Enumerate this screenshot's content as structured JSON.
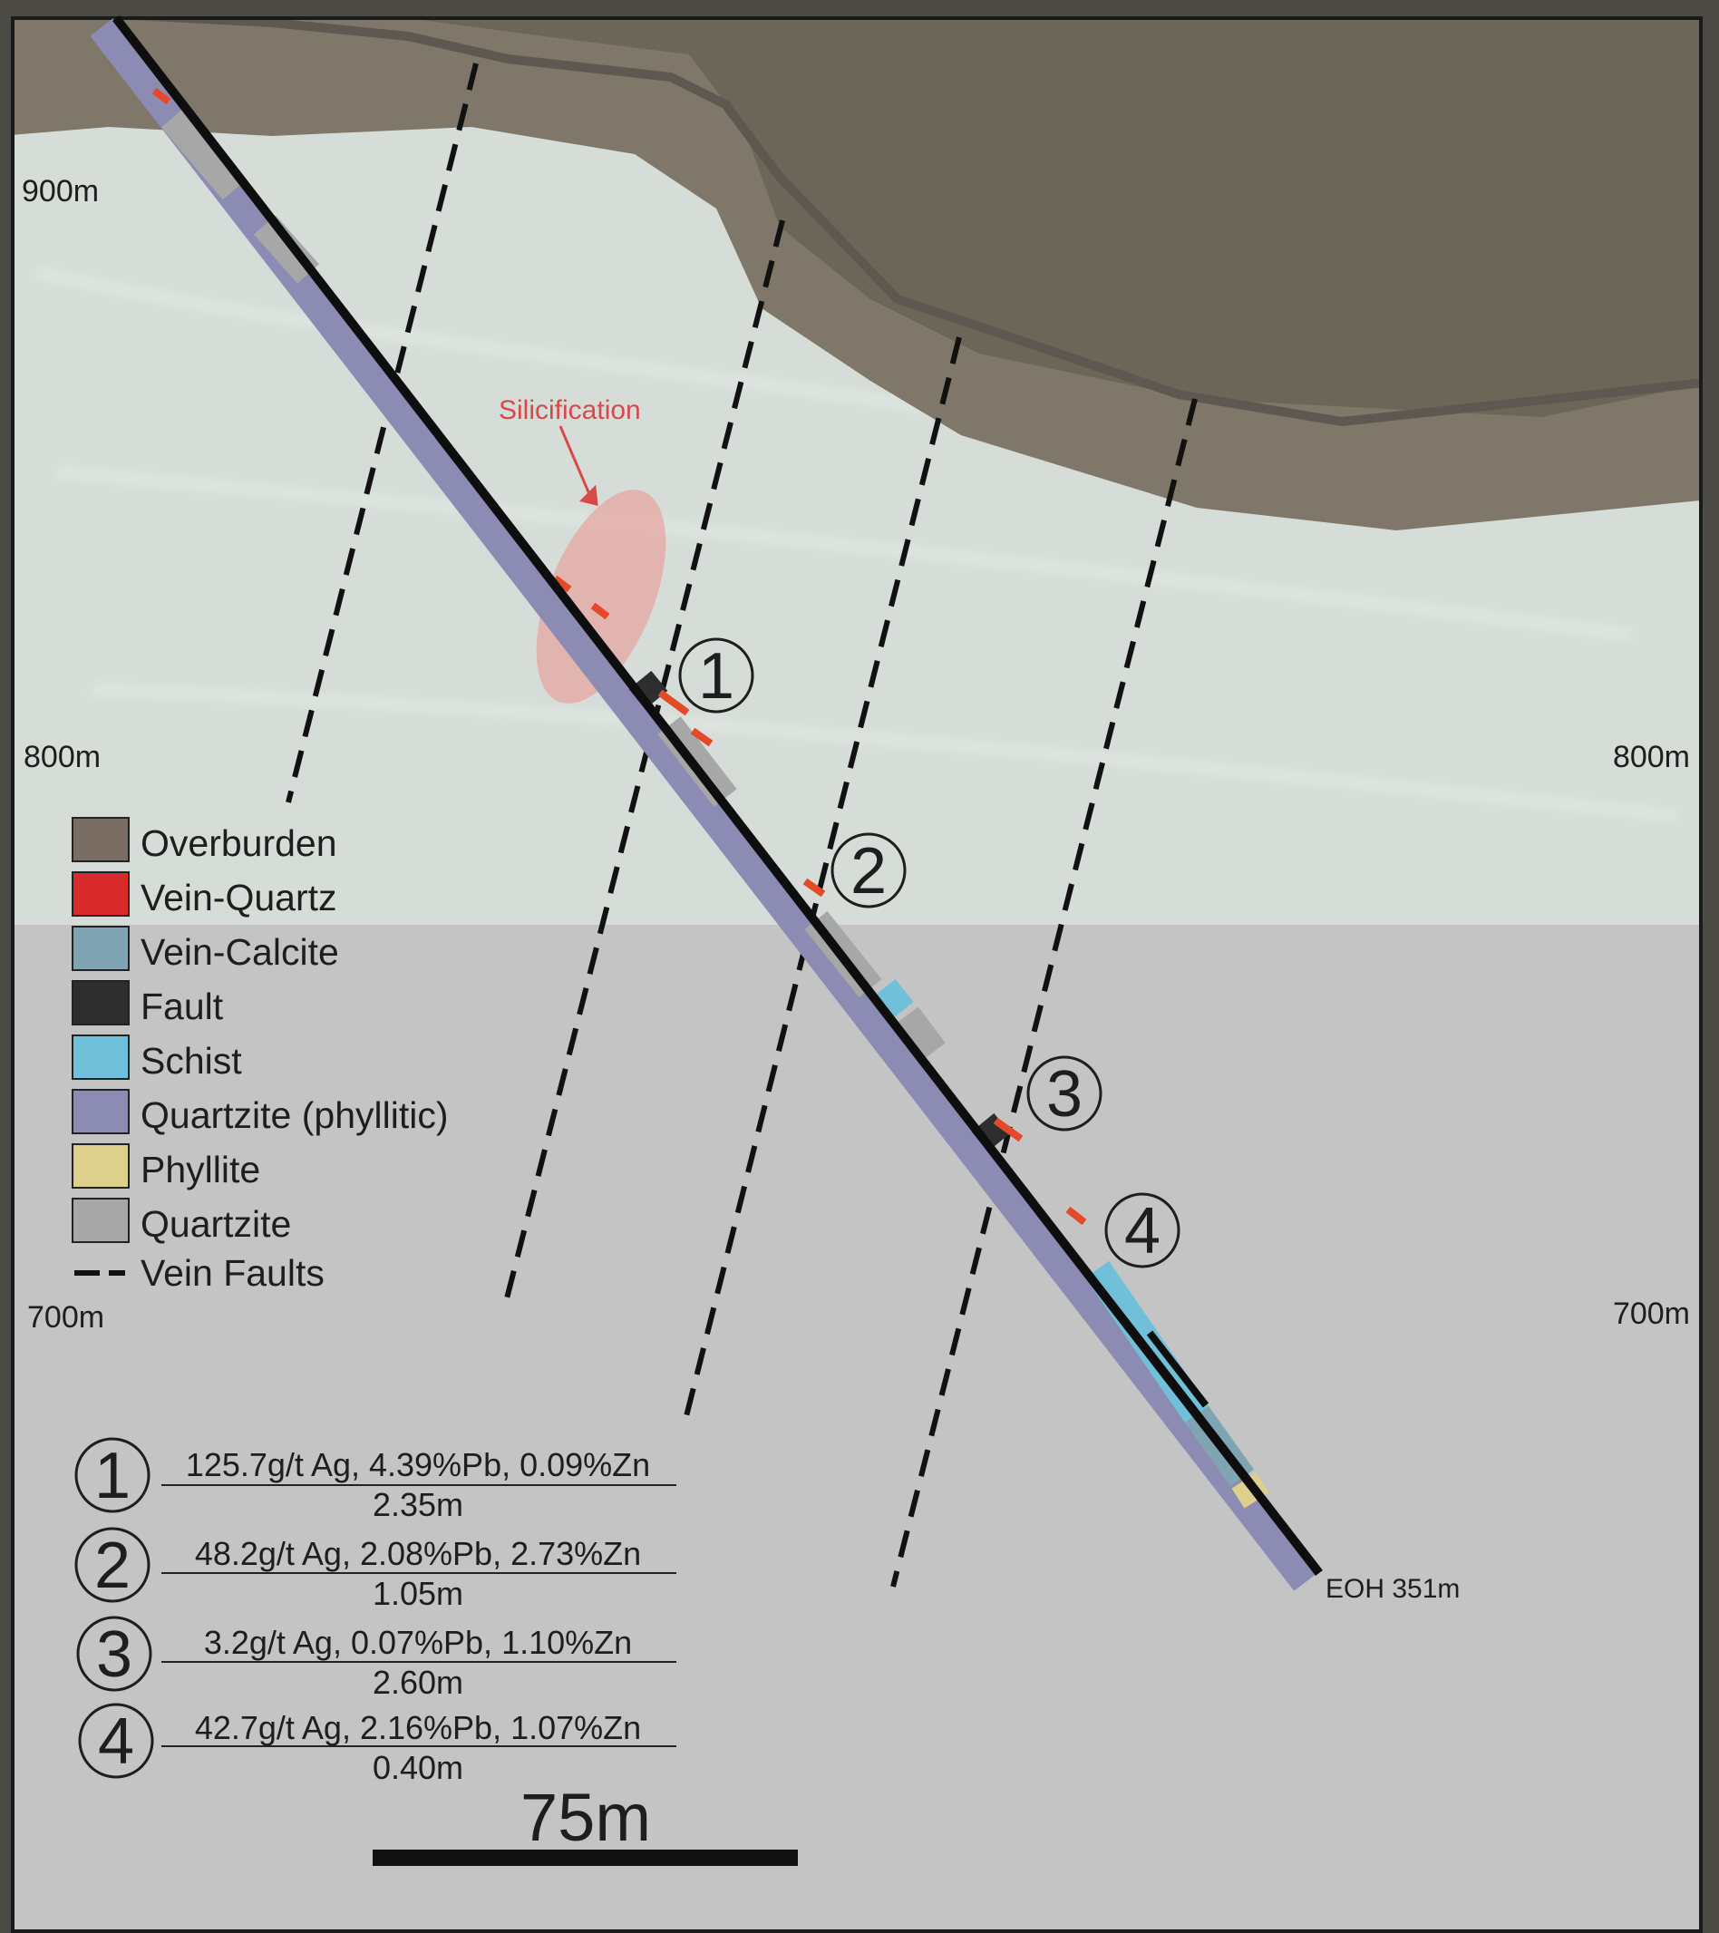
{
  "elevation_labels": {
    "left_900": "900m",
    "left_800": "800m",
    "right_800": "800m",
    "left_700": "700m",
    "right_700": "700m"
  },
  "annotation": {
    "text": "Silicification",
    "color": "#d84a4a"
  },
  "end_of_hole": "EOH 351m",
  "intercept_markers": [
    "1",
    "2",
    "3",
    "4"
  ],
  "legend": [
    {
      "label": "Overburden",
      "color": "#7a6e64"
    },
    {
      "label": "Vein-Quartz",
      "color": "#d92b2b"
    },
    {
      "label": "Vein-Calcite",
      "color": "#7fa4b2"
    },
    {
      "label": "Fault",
      "color": "#2e2e2e"
    },
    {
      "label": "Schist",
      "color": "#6fc0d8"
    },
    {
      "label": "Quartzite (phyllitic)",
      "color": "#8c8bb4"
    },
    {
      "label": "Phyllite",
      "color": "#ddd08c"
    },
    {
      "label": "Quartzite",
      "color": "#a7a7a7"
    },
    {
      "label": "Vein Faults",
      "color": "#111111"
    }
  ],
  "intercepts": [
    {
      "num": "1",
      "grade": "125.7g/t Ag, 4.39%Pb, 0.09%Zn",
      "width": "2.35m"
    },
    {
      "num": "2",
      "grade": "48.2g/t Ag, 2.08%Pb, 2.73%Zn",
      "width": "1.05m"
    },
    {
      "num": "3",
      "grade": "3.2g/t Ag, 0.07%Pb, 1.10%Zn",
      "width": "2.60m"
    },
    {
      "num": "4",
      "grade": "42.7g/t Ag, 2.16%Pb, 1.07%Zn",
      "width": "0.40m"
    }
  ],
  "scale_bar": "75m"
}
